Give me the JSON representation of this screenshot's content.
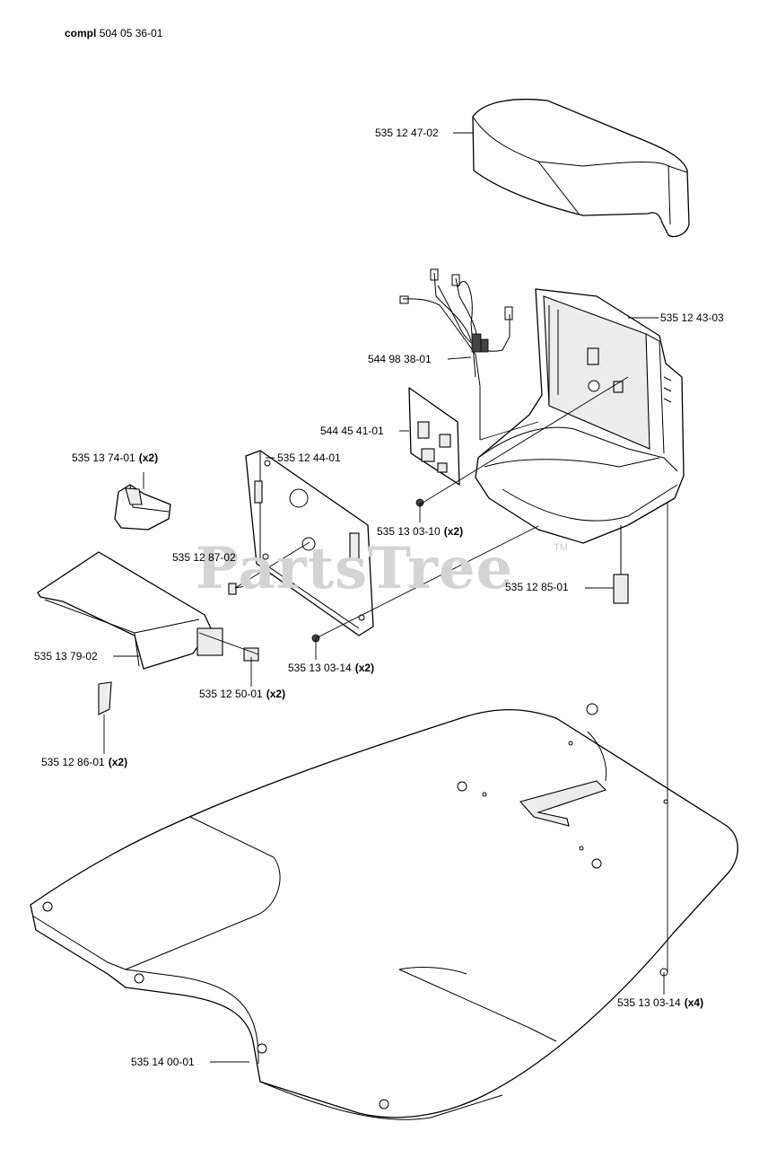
{
  "header": {
    "prefix": "compl",
    "number": "504 05 36-01"
  },
  "watermark": {
    "text": "PartsTree",
    "tm": "TM"
  },
  "parts": [
    {
      "id": "cover",
      "number": "535 12 47-02",
      "qty": ""
    },
    {
      "id": "housing",
      "number": "535 12 43-03",
      "qty": ""
    },
    {
      "id": "wire-harness",
      "number": "544 98 38-01",
      "qty": ""
    },
    {
      "id": "circuit-board",
      "number": "544 45 41-01",
      "qty": ""
    },
    {
      "id": "clip",
      "number": "535 13 74-01",
      "qty": "(x2)"
    },
    {
      "id": "back-plate",
      "number": "535 12 44-01",
      "qty": ""
    },
    {
      "id": "screw-1",
      "number": "535 13 03-10",
      "qty": "(x2)"
    },
    {
      "id": "pin",
      "number": "535 12 87-02",
      "qty": ""
    },
    {
      "id": "connector",
      "number": "535 12 85-01",
      "qty": ""
    },
    {
      "id": "guide-block",
      "number": "535 13 79-02",
      "qty": ""
    },
    {
      "id": "screw-2",
      "number": "535 13 03-14",
      "qty": "(x2)"
    },
    {
      "id": "dowel",
      "number": "535 12 50-01",
      "qty": "(x2)"
    },
    {
      "id": "strip",
      "number": "535 12 86-01",
      "qty": "(x2)"
    },
    {
      "id": "base-plate",
      "number": "535 14 00-01",
      "qty": ""
    },
    {
      "id": "screw-3",
      "number": "535 13 03-14",
      "qty": "(x4)"
    }
  ]
}
